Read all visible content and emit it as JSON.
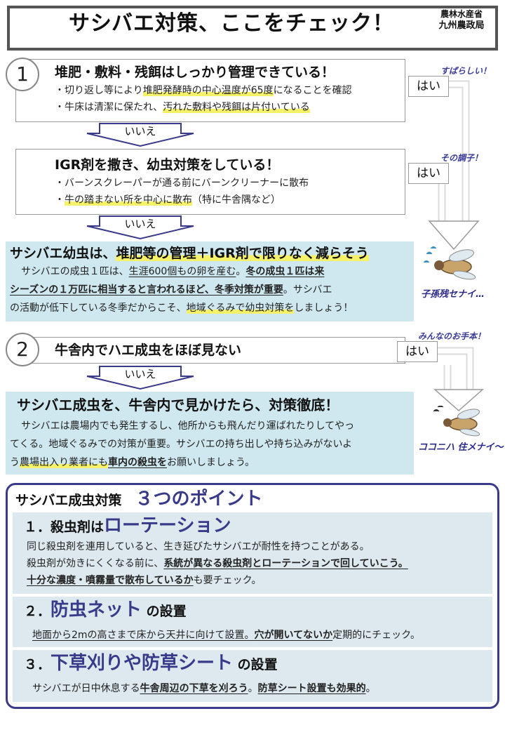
{
  "header": {
    "title": "サシバエ対策、ここをチェック！",
    "org_line1": "農林水産省",
    "org_line2": "九州農政局"
  },
  "step1": {
    "number": "1",
    "q1": {
      "title": "堆肥・敷料・残餌はしっかり管理できている！",
      "item1_pre": "・切り返し等により",
      "item1_hl": "堆肥発酵時の中心温度が65度",
      "item1_post": "になることを確認",
      "item2_pre": "・牛床は清潔に保たれ、",
      "item2_hl": "汚れた敷料や残餌は片付いている"
    },
    "no_label_1": "いいえ",
    "q2": {
      "title": "IGR剤を撒き、幼虫対策をしている！",
      "item1": "・バーンスクレーパーが通る前にバーンクリーナーに散布",
      "item2_pre": "・",
      "item2_hl": "牛の踏まない所を中心に散布",
      "item2_post": "（特に牛舎隅など）"
    },
    "no_label_2": "いいえ",
    "panel": {
      "title_pre": "サシバエ幼虫は、",
      "title_hl": "堆肥等の管理＋IGR剤で限りなく減らそう",
      "l1_a": "サシバエの成虫１匹は、",
      "l1_b": "生涯600個もの卵を産む",
      "l1_c": "。",
      "l1_d": "冬の成虫１匹は来",
      "l2_a": "シーズンの１万匹に相当すると言われるほど、冬季対策が重要",
      "l2_b": "。サシバエ",
      "l3_a": "の活動が低下している冬季だからこそ、",
      "l3_hl": "地域ぐるみで幼虫対策を",
      "l3_c": "しましょう！"
    },
    "side": {
      "praise1": "すばらしい！",
      "hai1": "はい",
      "praise2": "その調子！",
      "hai2": "はい",
      "fly_caption": "子孫残セナイ…"
    }
  },
  "step2": {
    "number": "2",
    "question": "牛舎内でハエ成虫をほぼ見ない",
    "no_label": "いいえ",
    "panel": {
      "title": "サシバエ成虫を、牛舎内で見かけたら、対策徹底！",
      "l1": "サシバエは農場内でも発生するし、他所からも飛んだり運ばれたりしてやっ",
      "l2": "てくる。地域ぐるみでの対策が重要。サシバエの持ち出しや持ち込みがないよ",
      "l3_a": "う",
      "l3_hl": "農場出入り業者にも",
      "l3_b": "車内の殺虫を",
      "l3_c": "お願いしましょう。"
    },
    "side": {
      "praise": "みんなのお手本！",
      "hai": "はい",
      "fly_caption": "ココニハ 住メナイ〜"
    }
  },
  "points": {
    "header_pre": "サシバエ成虫対策",
    "header_accent": "３つのポイント",
    "p1": {
      "num": "１．",
      "pre": "殺虫剤は",
      "accent": "ローテーション",
      "l1": "同じ殺虫剤を連用していると、生き延びたサシバエが耐性を持つことがある。",
      "l2_a": "殺虫剤が効きにくくなる前に、",
      "l2_b": "系統が異なる殺虫剤とローテーションで回していこう。",
      "l3_a": "十分な濃度・噴霧量で散布しているか",
      "l3_b": "も要チェック。"
    },
    "p2": {
      "num": "２．",
      "accent": "防虫ネット",
      "post": "の設置",
      "l1_a": "地面から2mの高さまで床から天井に向けて設置。",
      "l1_b": "穴が開いてないか",
      "l1_c": "定期的にチェック。"
    },
    "p3": {
      "num": "３．",
      "accent": "下草刈りや防草シート",
      "post": "の設置",
      "l1_a": "サシバエが日中休息する",
      "l1_b": "牛舎周辺の下草を刈ろう",
      "l1_c": "。",
      "l1_d": "防草シート設置も効果的",
      "l1_e": "。"
    }
  },
  "colors": {
    "panel_bg": "#cfe8ef",
    "point_bg": "#dde9ef",
    "accent_navy": "#3a3a8a",
    "highlight_yellow": "#f5f26a"
  }
}
